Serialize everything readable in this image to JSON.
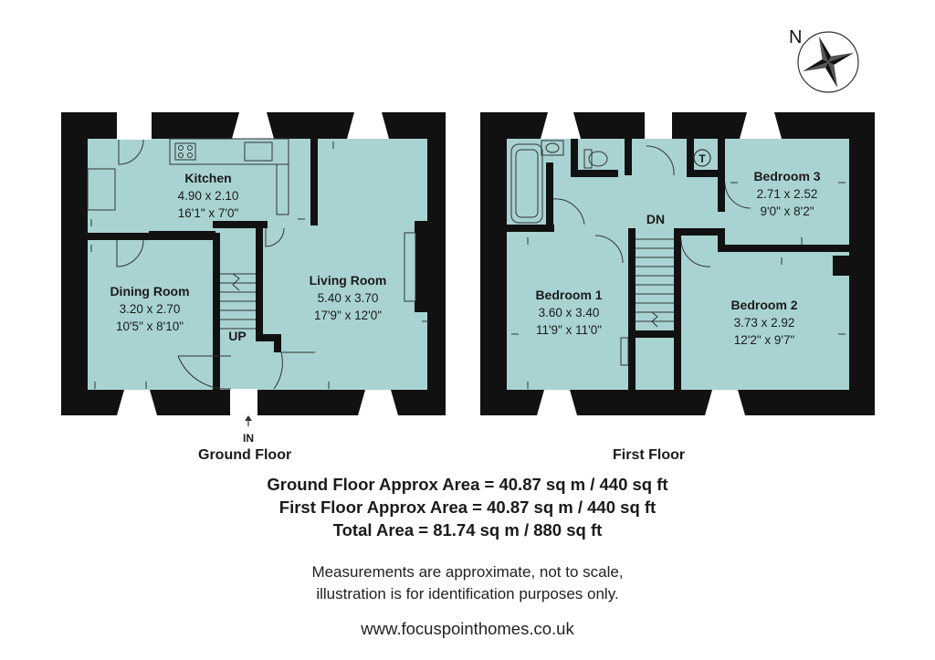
{
  "compass": {
    "label": "N",
    "icon": "compass-rose-icon"
  },
  "ground_floor": {
    "label": "Ground Floor",
    "entrance_label": "IN",
    "stairs_label": "UP",
    "rooms": {
      "kitchen": {
        "name": "Kitchen",
        "metric": "4.90 x 2.10",
        "imperial": "16'1\" x 7'0\""
      },
      "dining": {
        "name": "Dining Room",
        "metric": "3.20 x 2.70",
        "imperial": "10'5\" x 8'10\""
      },
      "living": {
        "name": "Living Room",
        "metric": "5.40 x 3.70",
        "imperial": "17'9\" x 12'0\""
      }
    }
  },
  "first_floor": {
    "label": "First Floor",
    "stairs_label": "DN",
    "cupboard_label": "T",
    "rooms": {
      "bedroom1": {
        "name": "Bedroom 1",
        "metric": "3.60 x 3.40",
        "imperial": "11'9\" x 11'0\""
      },
      "bedroom2": {
        "name": "Bedroom 2",
        "metric": "3.73 x 2.92",
        "imperial": "12'2\" x 9'7\""
      },
      "bedroom3": {
        "name": "Bedroom 3",
        "metric": "2.71 x 2.52",
        "imperial": "9'0\" x 8'2\""
      }
    }
  },
  "areas": {
    "ground": "Ground Floor Approx Area = 40.87 sq m / 440 sq ft",
    "first": "First Floor Approx Area = 40.87 sq m / 440 sq ft",
    "total": "Total Area = 81.74 sq m / 880 sq ft"
  },
  "disclaimer": {
    "line1": "Measurements are approximate, not to scale,",
    "line2": "illustration is for identification purposes only."
  },
  "website": "www.focuspointhomes.co.uk",
  "colors": {
    "floor": "#a9d3d3",
    "wall": "#111111",
    "line": "#333333"
  }
}
